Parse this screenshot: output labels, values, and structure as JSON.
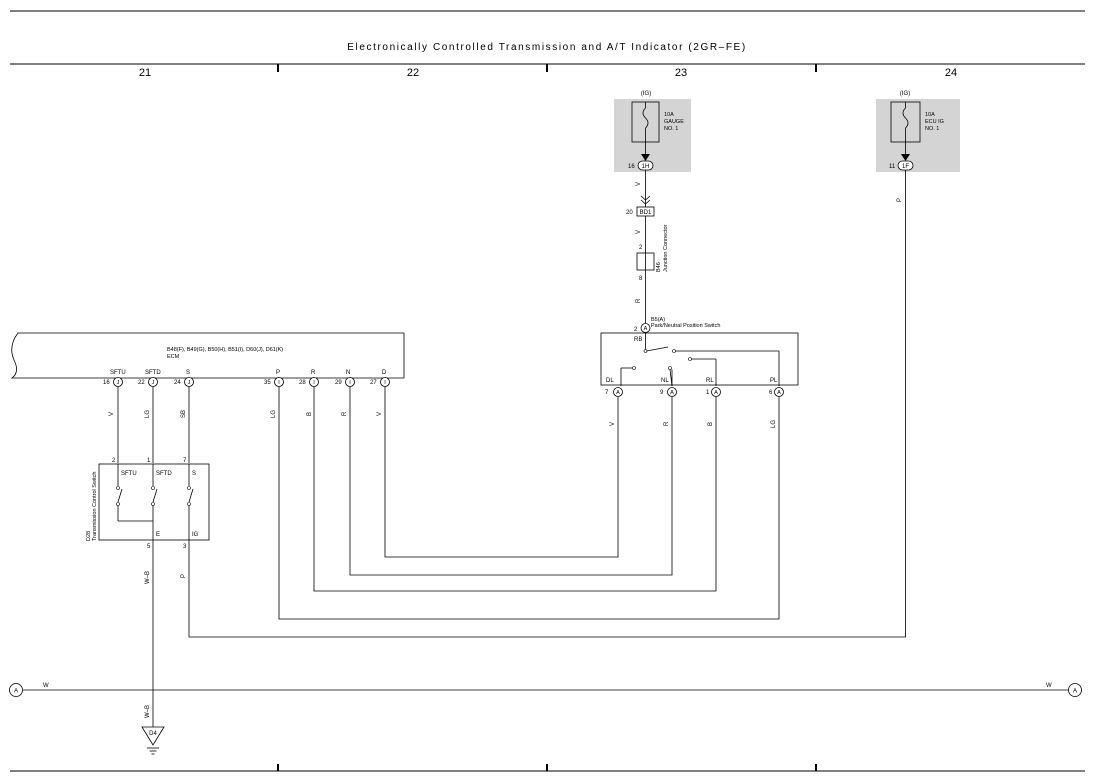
{
  "diagram": {
    "title": "Electronically Controlled Transmission and A/T Indicator (2GR–FE)",
    "columns": [
      "21",
      "22",
      "23",
      "24"
    ],
    "fuse_gauge": {
      "supply": "(IG)",
      "amp": "10A",
      "name1": "GAUGE",
      "name2": "NO. 1",
      "pin": "16",
      "conn": "1H"
    },
    "fuse_ecu": {
      "supply": "(IG)",
      "amp": "10A",
      "name1": "ECU IG",
      "name2": "NO. 1",
      "pin": "11",
      "conn": "1F"
    },
    "bd1": {
      "pin": "20",
      "label": "BD1"
    },
    "junction": {
      "id": "B46",
      "name": "Junction Connector",
      "pin_top": "2",
      "pin_bottom": "8"
    },
    "pnp_switch": {
      "id": "B5(A)",
      "name": "Park/Neutral Position Switch",
      "pin_top": "2",
      "conn": "A",
      "rb": "RB",
      "outputs": [
        {
          "label": "DL",
          "pin": "7"
        },
        {
          "label": "NL",
          "pin": "9"
        },
        {
          "label": "RL",
          "pin": "1"
        },
        {
          "label": "PL",
          "pin": "6"
        }
      ]
    },
    "ecm": {
      "connectors": "B48(F), B49(G), B50(H), B51(I), D60(J), D61(K)",
      "name": "ECM",
      "pins": [
        {
          "label": "SFTU",
          "pin": "16",
          "conn": "J"
        },
        {
          "label": "SFTD",
          "pin": "22",
          "conn": "J"
        },
        {
          "label": "S",
          "pin": "24",
          "conn": "J"
        },
        {
          "label": "P",
          "pin": "35",
          "conn": "I"
        },
        {
          "label": "R",
          "pin": "28",
          "conn": "I"
        },
        {
          "label": "N",
          "pin": "29",
          "conn": "I"
        },
        {
          "label": "D",
          "pin": "27",
          "conn": "I"
        }
      ]
    },
    "tcs": {
      "id": "D28",
      "name": "Transmission Control Switch",
      "pins_top": [
        "2",
        "1",
        "7"
      ],
      "labels": [
        "SFTU",
        "SFTD",
        "S"
      ],
      "e": "E",
      "ig": "IG",
      "pin_e": "5",
      "pin_ig": "3"
    },
    "wire_colors": {
      "v": "V",
      "lg": "LG",
      "sb": "SB",
      "b": "B",
      "r": "R",
      "p": "P",
      "wb": "W–B",
      "w": "W"
    },
    "ground": {
      "label": "D4"
    },
    "connector_a": "A"
  }
}
